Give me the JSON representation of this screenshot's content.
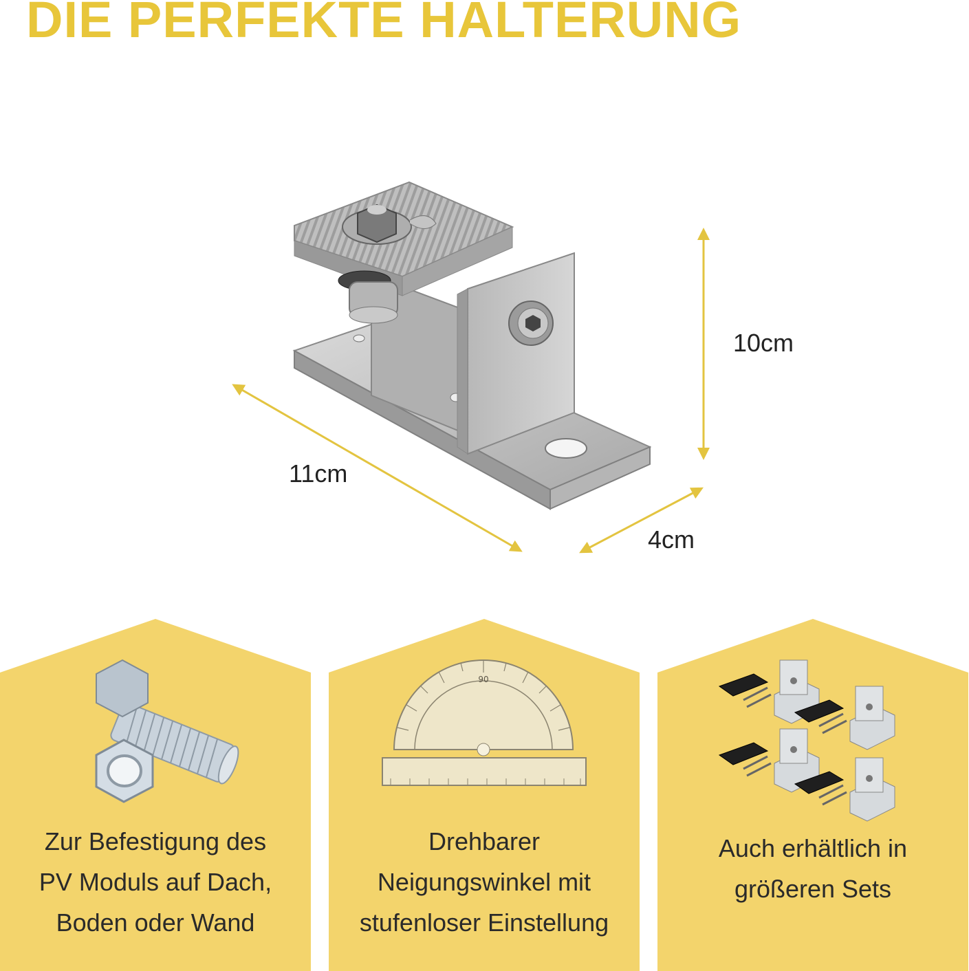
{
  "title": "DIE PERFEKTE HALTERUNG",
  "dimensions": {
    "height": "10cm",
    "length": "11cm",
    "width": "4cm"
  },
  "colors": {
    "accent": "#e8c63a",
    "card_bg": "#f3d46c",
    "text": "#2a2a2a"
  },
  "cards": [
    {
      "icon": "bolt-nut-icon",
      "lines": [
        "Zur Befestigung des",
        "PV Moduls auf Dach,",
        "Boden oder Wand"
      ]
    },
    {
      "icon": "protractor-icon",
      "lines": [
        "Drehbarer",
        "Neigungswinkel mit",
        "stufenloser Einstellung"
      ]
    },
    {
      "icon": "bracket-set-icon",
      "lines": [
        "Auch erhältlich in",
        "größeren Sets"
      ]
    }
  ]
}
